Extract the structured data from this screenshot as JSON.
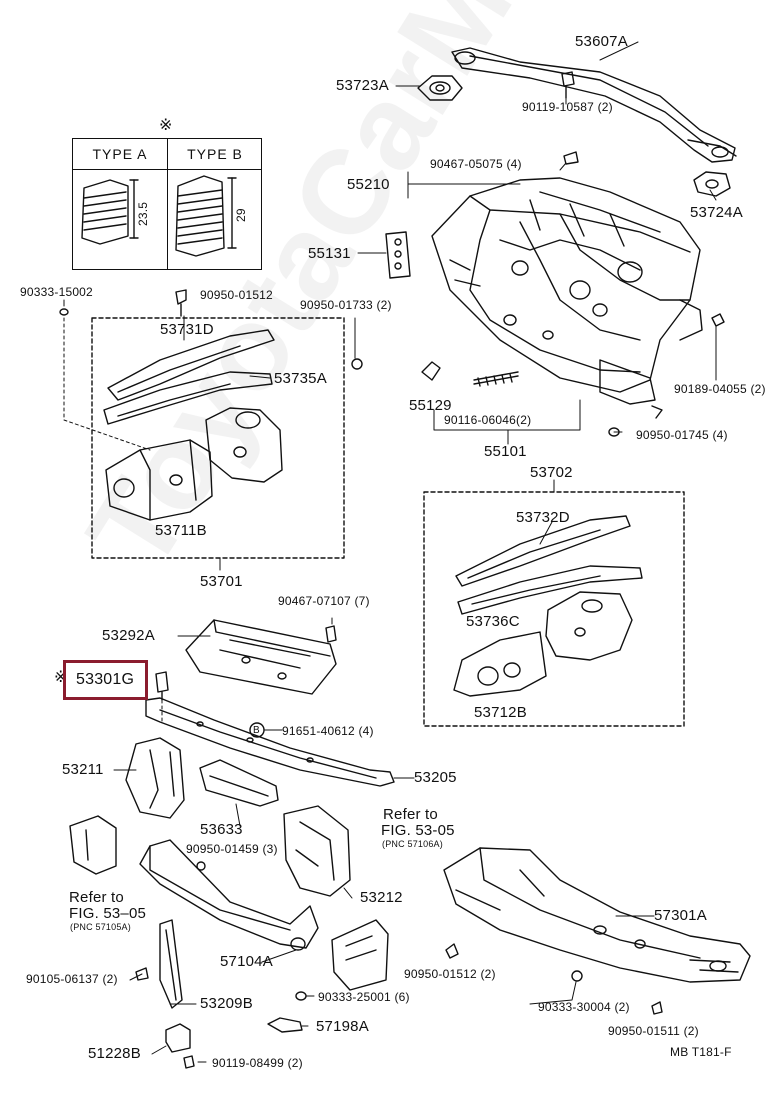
{
  "diagram": {
    "callouts": {
      "p53607A": "53607A",
      "p53723A": "53723A",
      "p90119_10587": "90119-10587 (2)",
      "p90467_05075": "90467-05075 (4)",
      "p55210": "55210",
      "p53724A": "53724A",
      "p55131": "55131",
      "p90333_15002": "90333-15002",
      "p90950_01512_top": "90950-01512",
      "p90950_01733": "90950-01733 (2)",
      "p53731D": "53731D",
      "p53735A": "53735A",
      "p55129": "55129",
      "p90116_06046": "90116-06046(2)",
      "p90189_04055": "90189-04055 (2)",
      "p55101": "55101",
      "p90950_01745": "90950-01745 (4)",
      "p53711B": "53711B",
      "p53701": "53701",
      "p53702": "53702",
      "p53732D": "53732D",
      "p53736C": "53736C",
      "p53712B": "53712B",
      "p90467_07107": "90467-07107 (7)",
      "p53292A": "53292A",
      "p53301G": "53301G",
      "p91651_40612": "91651-40612 (4)",
      "p53211": "53211",
      "p53205": "53205",
      "p53633": "53633",
      "p90950_01459": "90950-01459 (3)",
      "p53212": "53212",
      "p57104A": "57104A",
      "p57301A": "57301A",
      "p90950_01512_bot": "90950-01512 (2)",
      "p90105_06137": "90105-06137 (2)",
      "p53209B": "53209B",
      "p90333_25001": "90333-25001 (6)",
      "p90333_30004": "90333-30004 (2)",
      "p57198A": "57198A",
      "p90950_01511": "90950-01511 (2)",
      "p51228B": "51228B",
      "p90119_08499": "90119-08499 (2)"
    },
    "refer_right": {
      "line1": "Refer to",
      "line2": "FIG. 53-05",
      "line3": "(PNC 57106A)"
    },
    "refer_left": {
      "line1": "Refer to",
      "line2": "FIG. 53–05",
      "line3": "(PNC 57105A)"
    },
    "type_table": {
      "mark": "※",
      "type_a": "TYPE  A",
      "type_b": "TYPE  B",
      "dim_a": "23.5",
      "dim_b": "29"
    },
    "highlight_mark": "※",
    "circle_b": "B",
    "footer_code": "MB  T181-F",
    "watermark": "ToyotaCarMarket.ru",
    "highlight_color": "#8b1c2e"
  }
}
